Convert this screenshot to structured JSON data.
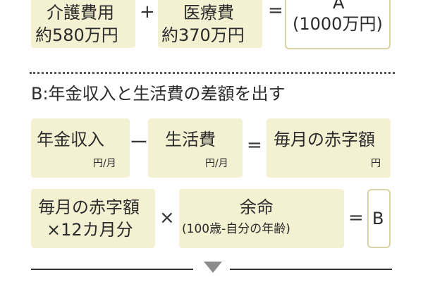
{
  "section_a": {
    "term1_line1": "介護費用",
    "term1_line2": "約580万円",
    "plus": "+",
    "term2_line1": "医療費",
    "term2_line2": "約370万円",
    "equals": "=",
    "result_line1": "A",
    "result_line2": "(1000万円)"
  },
  "section_b": {
    "heading": "B:年金収入と生活費の差額を出す",
    "row1": {
      "term1": "年金収入",
      "term1_unit": "円/月",
      "minus": "ー",
      "term2": "生活費",
      "term2_unit": "円/月",
      "equals": "=",
      "result": "毎月の赤字額",
      "result_unit": "円"
    },
    "row2": {
      "term1_line1": "毎月の赤字額",
      "term1_line2": "×12カ月分",
      "times": "×",
      "term2_line1": "余命",
      "term2_line2": "(100歳-自分の年齢)",
      "equals": "=",
      "result": "B"
    }
  },
  "colors": {
    "box_fill": "#f4f0d2",
    "box_border": "#d9d2a4",
    "text": "#2b2b2b",
    "arrow": "#8c8c8c"
  }
}
